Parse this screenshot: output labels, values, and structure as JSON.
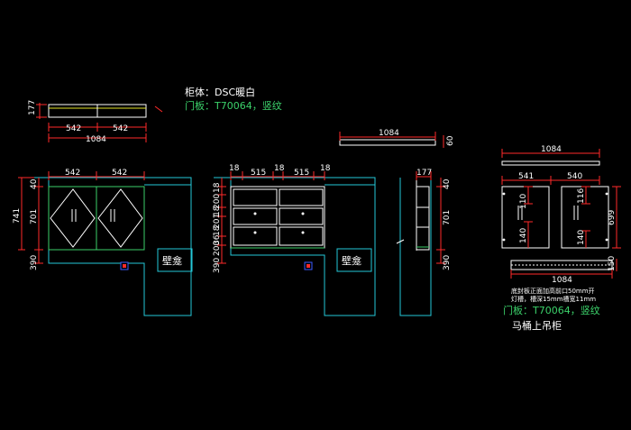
{
  "colors": {
    "background": "#000000",
    "red": "#ff2a2a",
    "white": "#ffffff",
    "green": "#3bd16a",
    "cyan": "#25c8d8",
    "yellow": "#e6e62a"
  },
  "header": {
    "cabinet_body": "柜体：DSC暖白",
    "door_panel": "门板：T70064，竖纹"
  },
  "top_view": {
    "depth": "177",
    "w1": "542",
    "w2": "542",
    "total": "1084"
  },
  "front_view": {
    "top_margin": "40",
    "h_total": "741",
    "h_upper": "701",
    "h_lower": "390",
    "w1": "542",
    "w2": "542",
    "niche": "壁龛"
  },
  "inner_view": {
    "widths": [
      "18",
      "515",
      "18",
      "515",
      "18"
    ],
    "left_dims": [
      "18",
      "200",
      "18",
      "201",
      "18"
    ],
    "lower_dims": [
      "36",
      "200",
      "390"
    ],
    "niche": "壁龛"
  },
  "side_view": {
    "depth": "177"
  },
  "top_strip": {
    "width": "1084",
    "thickness": "60"
  },
  "right_detail": {
    "top_width": "1084",
    "w_left": "541",
    "w_right": "540",
    "h_116": "116",
    "h_110": "110",
    "h_140a": "140",
    "h_140b": "140",
    "h_699": "699",
    "bottom_width": "1084",
    "h_150": "150",
    "note_line1": "底封板正面加高前口50mm开",
    "note_line2": "灯槽，槽深15mm槽宽11mm",
    "door_panel": "门板：T70064，竖纹",
    "title": "马桶上吊柜"
  }
}
